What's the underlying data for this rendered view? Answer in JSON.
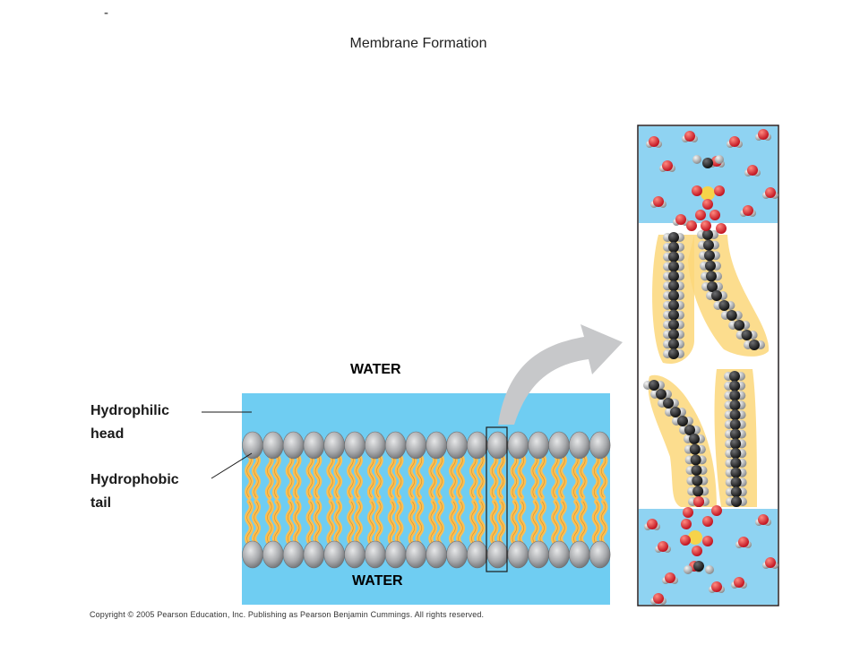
{
  "page": {
    "dash": "-",
    "title": "Membrane Formation"
  },
  "diagram": {
    "water_top_label": "WATER",
    "water_bottom_label": "WATER",
    "hydrophilic_label_line1": "Hydrophilic",
    "hydrophilic_label_line2": "head",
    "hydrophobic_label_line1": "Hydrophobic",
    "hydrophobic_label_line2": "tail",
    "phospholipids_per_layer": 18,
    "colors": {
      "water": "#6fcdf2",
      "head": "#a7a9ac",
      "tail": "#fbbf55",
      "arrow": "#c7c8ca",
      "oxygen": "#e31e24",
      "phosphorus": "#f6d34a",
      "carbon": "#231f20",
      "hydrogen": "#bcbec0"
    }
  },
  "footer": {
    "copyright": "Copyright © 2005 Pearson Education, Inc. Publishing as Pearson Benjamin Cummings. All rights reserved."
  }
}
